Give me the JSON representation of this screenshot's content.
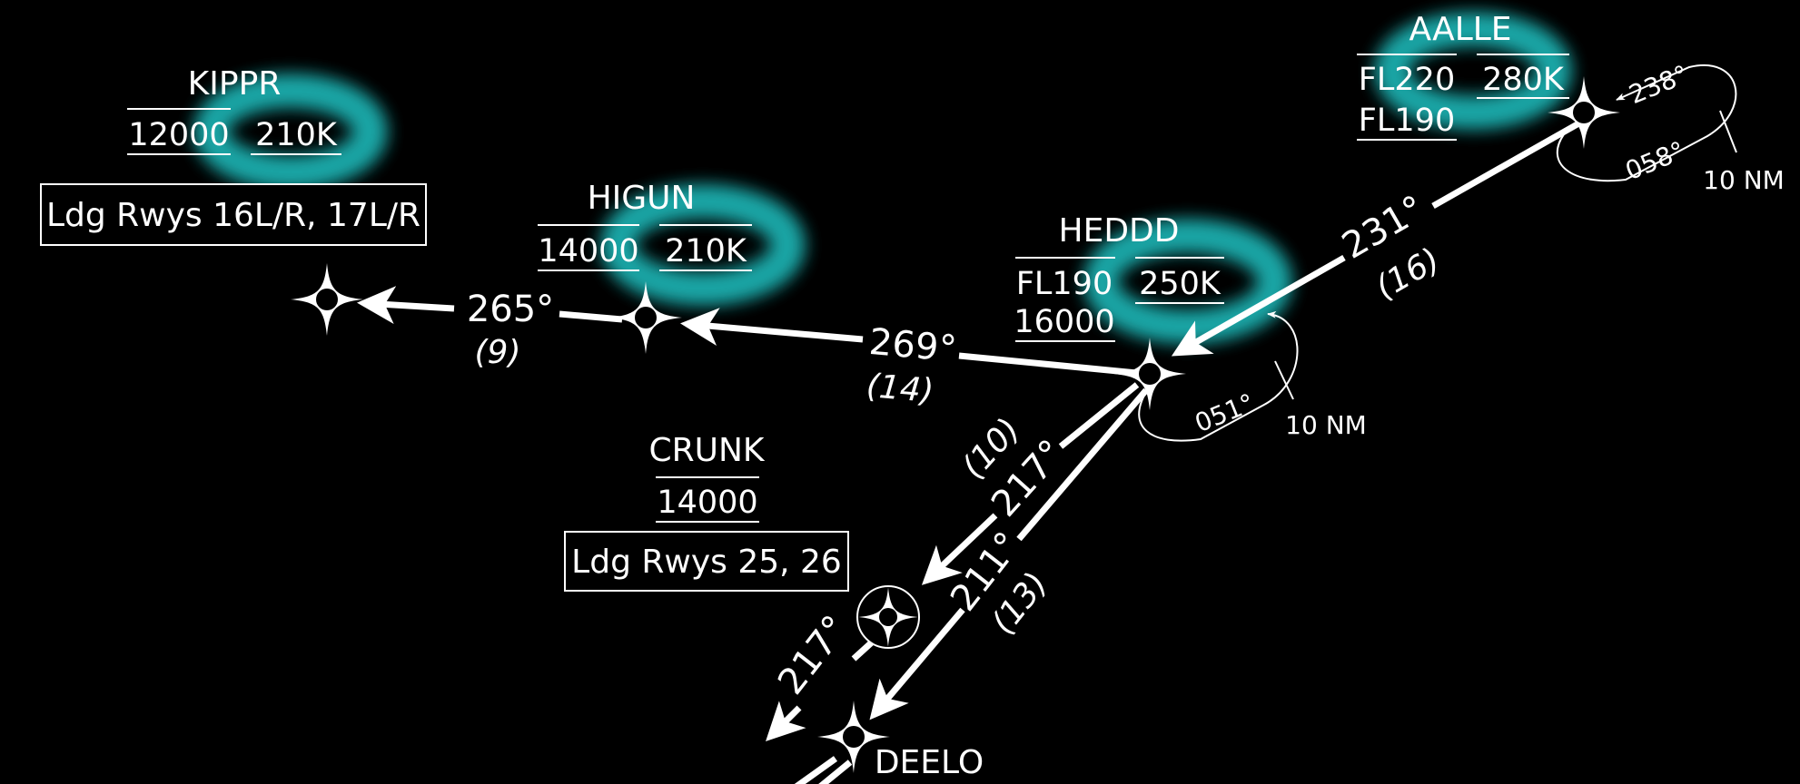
{
  "highlight_color": "#1fb8b8",
  "background_color": "#000000",
  "line_color": "#ffffff",
  "waypoints": {
    "aalle": {
      "name": "AALLE",
      "alt_top": "FL220",
      "alt_bottom": "FL190",
      "speed": "280K",
      "icon": "waypoint-star-icon"
    },
    "kippr": {
      "name": "KIPPR",
      "alt": "12000",
      "speed": "210K",
      "icon": "waypoint-star-icon"
    },
    "higun": {
      "name": "HIGUN",
      "alt": "14000",
      "speed": "210K",
      "icon": "waypoint-star-icon"
    },
    "heddd": {
      "name": "HEDDD",
      "alt_top": "FL190",
      "alt_bottom": "16000",
      "speed": "250K",
      "icon": "waypoint-star-icon"
    },
    "crunk": {
      "name": "CRUNK",
      "alt": "14000",
      "icon": "flyover-waypoint-icon"
    },
    "deelo": {
      "name": "DEELO",
      "icon": "waypoint-star-icon"
    }
  },
  "notes": {
    "kippr_runways": "Ldg Rwys 16L/R, 17L/R",
    "crunk_runways": "Ldg Rwys 25, 26"
  },
  "legs": {
    "aalle_heddd": {
      "course": "231°",
      "distance": "(16)"
    },
    "heddd_higun": {
      "course": "269°",
      "distance": "(14)"
    },
    "higun_kippr": {
      "course": "265°",
      "distance": "(9)"
    },
    "heddd_crunk": {
      "course": "217°",
      "distance": "(10)"
    },
    "heddd_deelo": {
      "course": "211°",
      "distance": "(13)"
    },
    "crunk_out": {
      "course": "217°"
    }
  },
  "holds": {
    "aalle": {
      "inbound": "238°",
      "outbound": "058°",
      "leg": "10 NM"
    },
    "heddd": {
      "outbound": "051°",
      "leg": "10 NM"
    }
  }
}
